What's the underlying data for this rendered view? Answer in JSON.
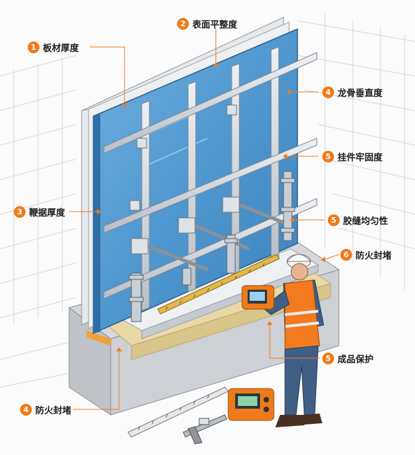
{
  "callouts": [
    {
      "num": "1",
      "text": "板材厚度"
    },
    {
      "num": "2",
      "text": "表面平整度"
    },
    {
      "num": "4",
      "text": "龙骨垂直度"
    },
    {
      "num": "5",
      "text": "挂件牢固度"
    },
    {
      "num": "3",
      "text": "鞭据厚度"
    },
    {
      "num": "5",
      "text": "胶缝均匀性"
    },
    {
      "num": "6",
      "text": "防火封堵"
    },
    {
      "num": "5",
      "text": "成品保护"
    },
    {
      "num": "4",
      "text": "防火封堵"
    }
  ],
  "colors": {
    "accent": "#f07a1a",
    "glass": "#4f97cf",
    "frame": "#c9cfd6",
    "vest": "#f47a20",
    "insulation": "#e9d9a6"
  },
  "icons": [
    "level-ruler-icon",
    "digital-meter-icon",
    "caliper-icon",
    "tablet-meter-icon",
    "worker-figure"
  ]
}
